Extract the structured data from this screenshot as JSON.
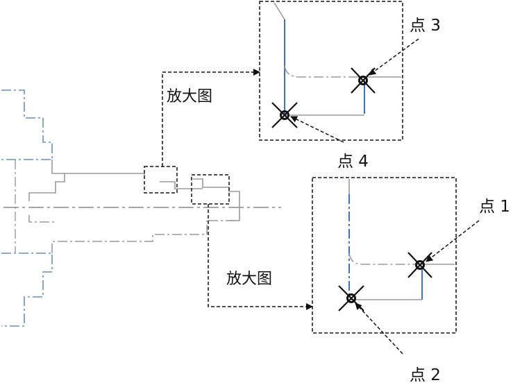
{
  "labels": {
    "zoom_top": "放大图",
    "zoom_bottom": "放大图",
    "point_1": "点 1",
    "point_2": "点 2",
    "point_3": "点 3",
    "point_4": "点 4"
  },
  "colors": {
    "outline": "#9a9a9a",
    "contour_blue": "#3b6fd8",
    "chuck_blue": "#6a8fb8",
    "frame": "#111111"
  }
}
